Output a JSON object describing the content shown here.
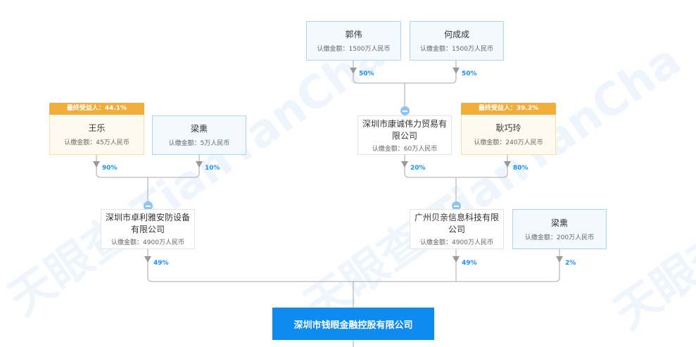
{
  "nodes": {
    "guowei": {
      "name": "郭伟",
      "amount": "认缴金额：1500万人民币",
      "pct": "50%"
    },
    "hechengcheng": {
      "name": "何成成",
      "amount": "认缴金额：1500万人民币",
      "pct": "50%"
    },
    "wangle": {
      "tag": "最终受益人：44.1%",
      "name": "王乐",
      "amount": "认缴金额：45万人民币",
      "pct": "90%"
    },
    "liangxun1": {
      "name": "梁熏",
      "amount": "认缴金额：5万人民币",
      "pct": "10%"
    },
    "kangcheng": {
      "name": "深圳市康诚伟力贸易有限公司",
      "amount": "认缴金额：60万人民币",
      "pct": "20%"
    },
    "gengqiaoling": {
      "tag": "最终受益人：39.2%",
      "name": "耿巧玲",
      "amount": "认缴金额：240万人民币",
      "pct": "80%"
    },
    "zhuoli": {
      "name": "深圳市卓利雅安防设备有限公司",
      "amount": "认缴金额：4900万人民币",
      "pct": "49%"
    },
    "beiqin": {
      "name": "广州贝亲信息科技有限公司",
      "amount": "认缴金额：4900万人民币",
      "pct": "49%"
    },
    "liangxun2": {
      "name": "梁熏",
      "amount": "认缴金额：200万人民币",
      "pct": "2%"
    }
  },
  "main_company": "深圳市钱眼金融控股有限公司",
  "watermark": "天眼查 TianYanCha"
}
